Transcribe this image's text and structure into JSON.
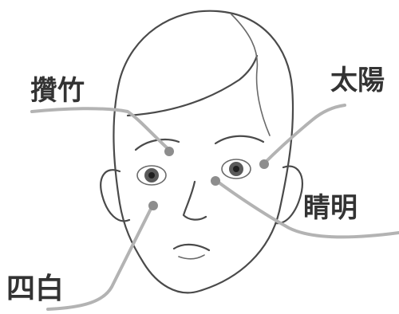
{
  "labels": {
    "zanzhu": "攢竹",
    "taiyang": "太陽",
    "jingming": "睛明",
    "sibai": "四白"
  },
  "colors": {
    "line": "#4a4a4a",
    "leader": "#b3b3b3",
    "point": "#8d8d8d",
    "text": "#333333"
  }
}
